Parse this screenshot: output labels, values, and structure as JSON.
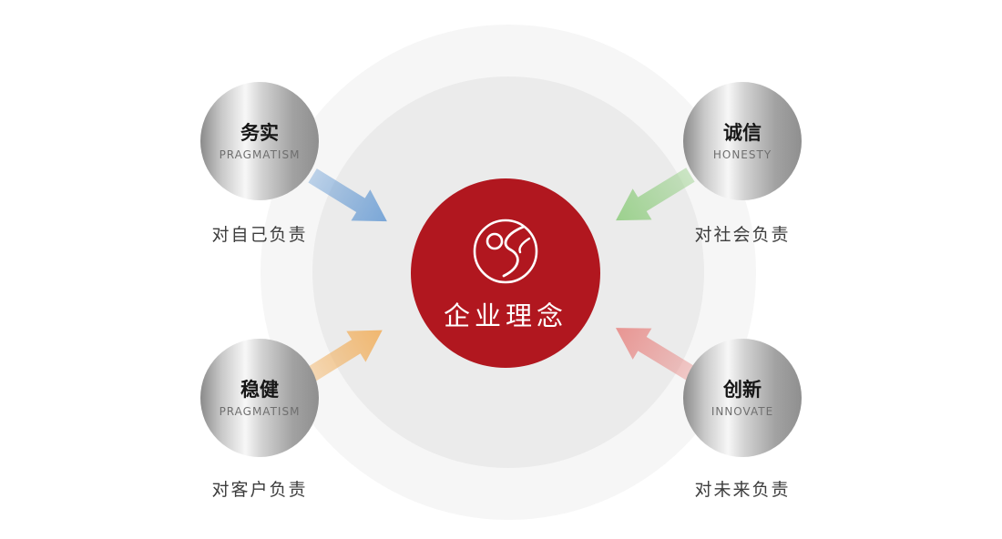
{
  "center": {
    "label": "企业理念",
    "color": "#b1171f",
    "logo": "yin-yang-s-logo"
  },
  "background": {
    "outer_color": "#f6f6f6",
    "inner_color": "#ebebeb"
  },
  "nodes": [
    {
      "position": "top-left",
      "cn": "务实",
      "en": "PRAGMATISM",
      "caption": "对自己负责",
      "arrow_color": "#74a3d6"
    },
    {
      "position": "top-right",
      "cn": "诚信",
      "en": "HONESTY",
      "caption": "对社会负责",
      "arrow_color": "#97cf88"
    },
    {
      "position": "bottom-left",
      "cn": "稳健",
      "en": "PRAGMATISM",
      "caption": "对客户负责",
      "arrow_color": "#f1b468"
    },
    {
      "position": "bottom-right",
      "cn": "创新",
      "en": "INNOVATE",
      "caption": "对未来负责",
      "arrow_color": "#e8908d"
    }
  ]
}
